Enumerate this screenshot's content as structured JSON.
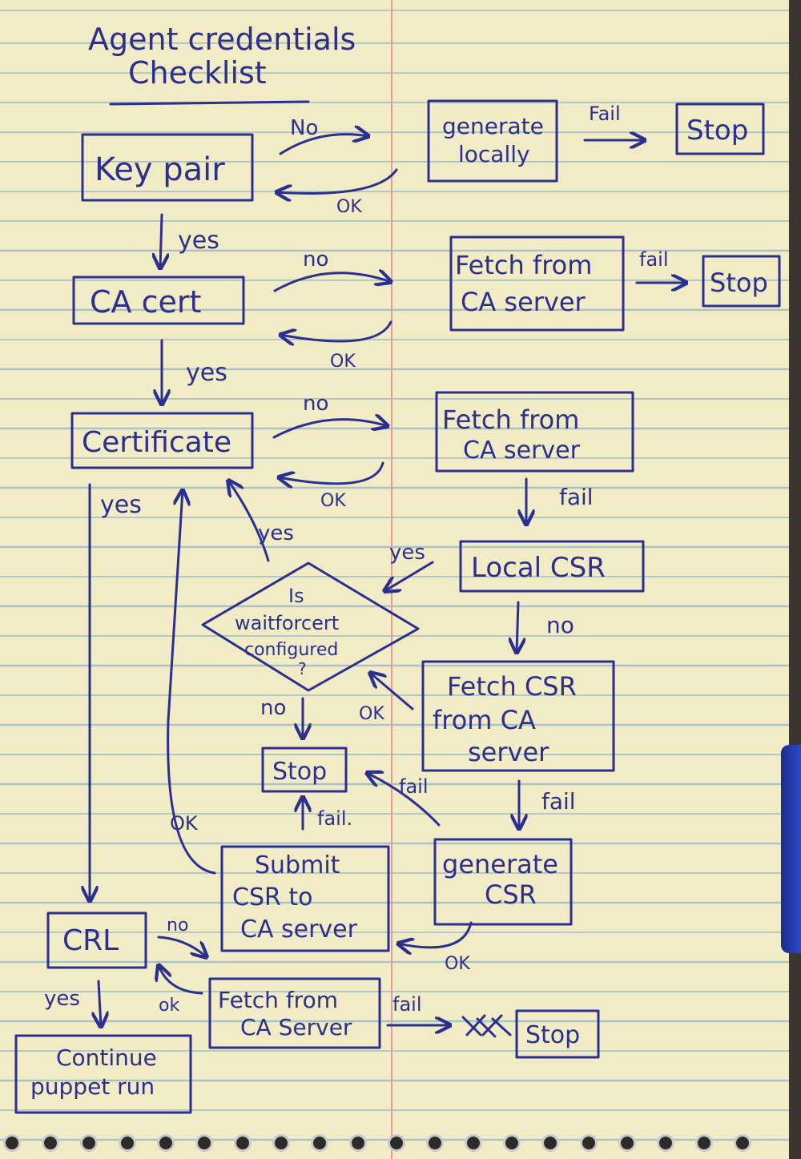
{
  "title": {
    "line1": "Agent credentials",
    "line2": "Checklist"
  },
  "nodes": {
    "key_pair": "Key pair",
    "generate_locally_1": "generate",
    "generate_locally_2": "locally",
    "stop_1": "Stop",
    "ca_cert": "CA cert",
    "fetch_ca_cert_1": "Fetch from",
    "fetch_ca_cert_2": "CA server",
    "stop_2": "Stop",
    "certificate": "Certificate",
    "fetch_cert_1": "Fetch from",
    "fetch_cert_2": "CA server",
    "local_csr": "Local CSR",
    "waitforcert_1": "Is",
    "waitforcert_2": "waitforcert",
    "waitforcert_3": "configured",
    "waitforcert_4": "?",
    "fetch_csr_1": "Fetch CSR",
    "fetch_csr_2": "from CA",
    "fetch_csr_3": "server",
    "stop_3": "Stop",
    "generate_csr_1": "generate",
    "generate_csr_2": "CSR",
    "submit_csr_1": "Submit",
    "submit_csr_2": "CSR to",
    "submit_csr_3": "CA server",
    "crl": "CRL",
    "fetch_crl_1": "Fetch from",
    "fetch_crl_2": "CA Server",
    "stop_4": "Stop",
    "continue_1": "Continue",
    "continue_2": "puppet run"
  },
  "edge_labels": {
    "kp_no": "No",
    "kp_ok": "OK",
    "gen_fail": "Fail",
    "kp_yes": "yes",
    "ca_no": "no",
    "ca_ok": "OK",
    "ca_fail": "fail",
    "ca_yes": "yes",
    "cert_no": "no",
    "cert_ok": "OK",
    "fetchcert_fail": "fail",
    "cert_yes": "yes",
    "wait_yes": "yes",
    "local_yes": "yes",
    "local_no": "no",
    "wait_no": "no",
    "fetchcsr_ok": "OK",
    "fetchcsr_fail": "fail",
    "gencsr_fail": "fail",
    "submit_fail": "fail.",
    "submit_ok": "OK",
    "gencsr_ok": "OK",
    "crl_no": "no",
    "crl_ok": "ok",
    "crl_yes": "yes",
    "fetchcrl_fail": "fail"
  }
}
